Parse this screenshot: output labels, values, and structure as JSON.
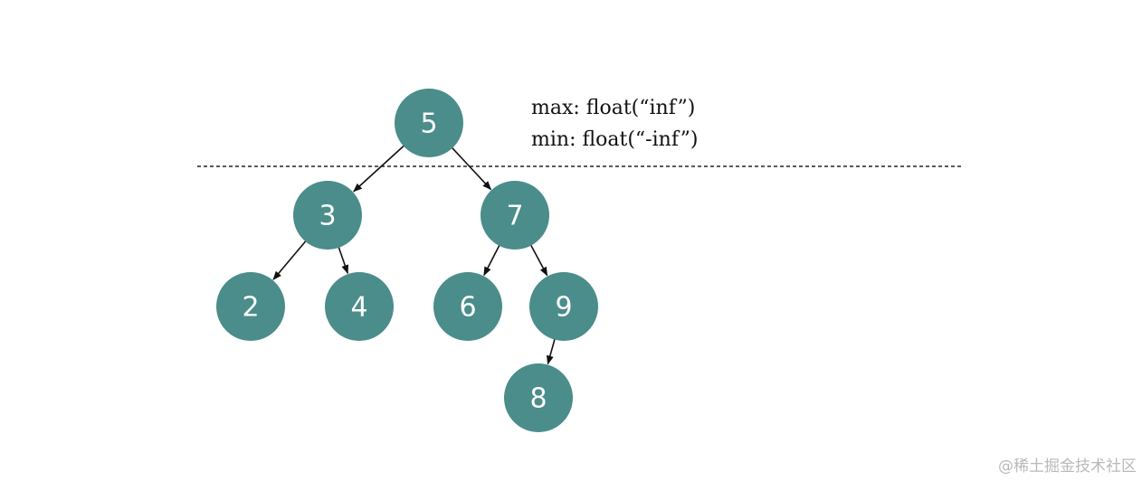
{
  "nodes": [
    {
      "id": "n5",
      "label": "5"
    },
    {
      "id": "n3",
      "label": "3"
    },
    {
      "id": "n7",
      "label": "7"
    },
    {
      "id": "n2",
      "label": "2"
    },
    {
      "id": "n4",
      "label": "4"
    },
    {
      "id": "n6",
      "label": "6"
    },
    {
      "id": "n9",
      "label": "9"
    },
    {
      "id": "n8",
      "label": "8"
    }
  ],
  "edges": [
    {
      "from": "n5",
      "to": "n3"
    },
    {
      "from": "n5",
      "to": "n7"
    },
    {
      "from": "n3",
      "to": "n2"
    },
    {
      "from": "n3",
      "to": "n4"
    },
    {
      "from": "n7",
      "to": "n6"
    },
    {
      "from": "n7",
      "to": "n9"
    },
    {
      "from": "n9",
      "to": "n8"
    }
  ],
  "annotations": {
    "max_text": "max: float(“inf”)",
    "min_text": "min: float(“-inf”)"
  },
  "watermark": "@稀土掘金技术社区",
  "colors": {
    "node_fill": "#4a8d8a",
    "node_text": "#ffffff",
    "edge": "#111111"
  }
}
